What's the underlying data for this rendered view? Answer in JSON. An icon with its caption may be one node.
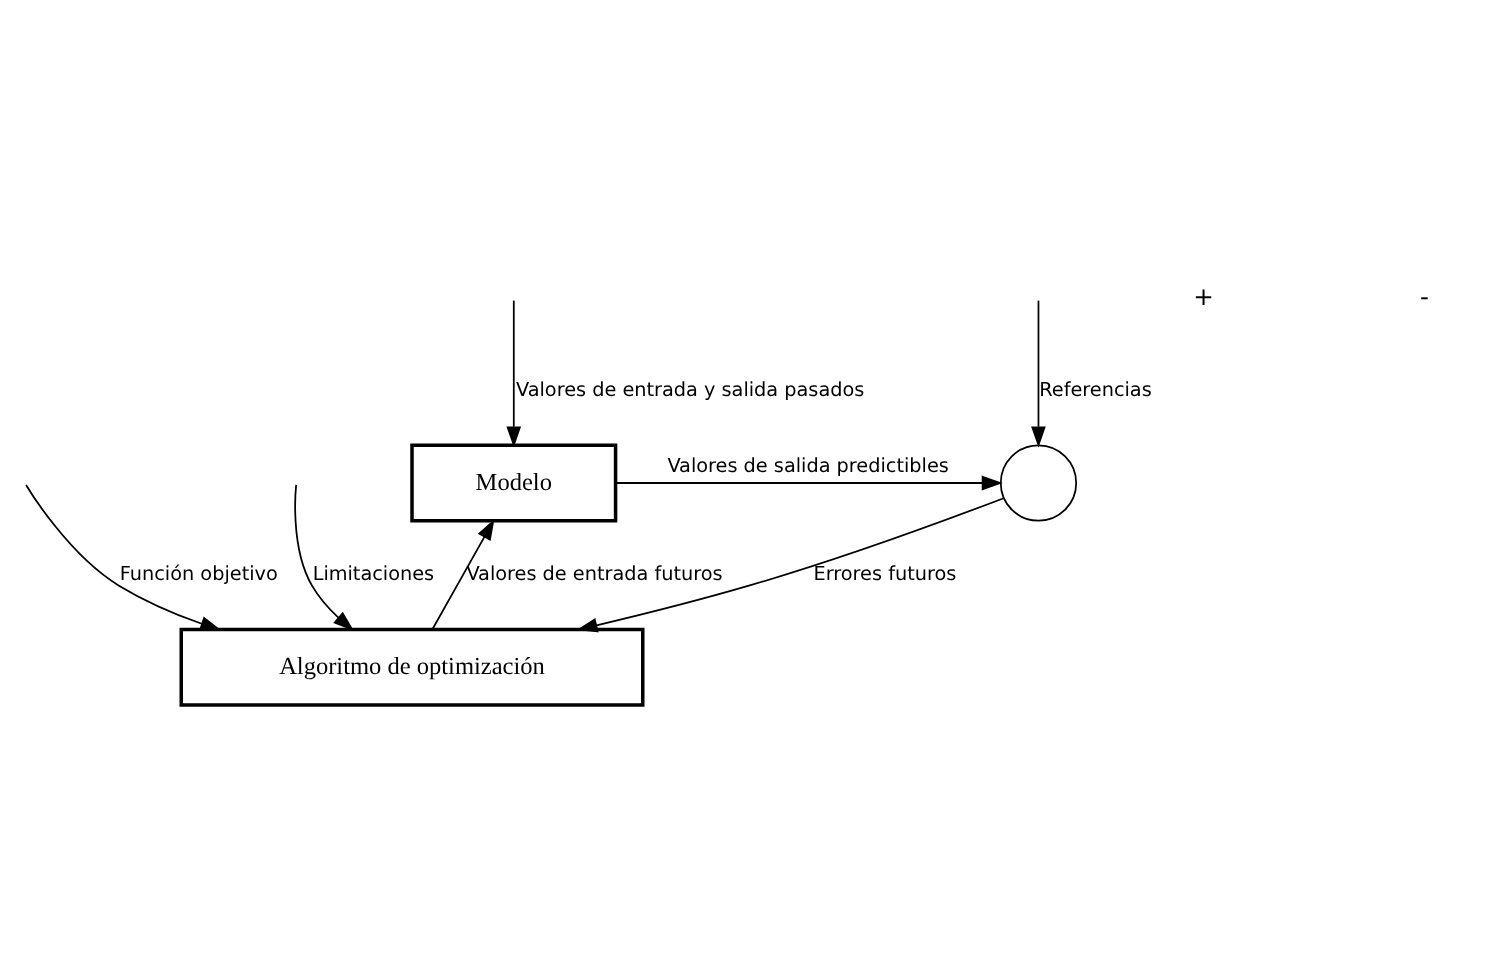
{
  "diagram": {
    "nodes": [
      {
        "text": [
          "Modelo"
        ]
      },
      {
        "text": [
          "Algoritmo de optimización"
        ]
      },
      {
        "text": [],
        "shape": "circle"
      }
    ],
    "edges": [
      {
        "from": null,
        "to": 0,
        "arrow": "to",
        "label": "Valores de entrada y salida pasados"
      },
      {
        "from": 0,
        "to": 2,
        "arrow": "to",
        "label": "Valores de salida predictibles"
      },
      {
        "from": null,
        "to": 2,
        "arrow": "to",
        "label": "Referencias"
      },
      {
        "from": 2,
        "to": 1,
        "arrow": "to",
        "label": "Errores futuros"
      },
      {
        "from": 1,
        "to": 0,
        "arrow": "to",
        "label": "Valores de entrada futuros"
      },
      {
        "from": null,
        "to": 1,
        "arrow": "to",
        "label": "Función objetivo"
      },
      {
        "from": null,
        "to": 1,
        "arrow": "to",
        "label": "Limitaciones"
      }
    ],
    "labels": [
      "+",
      "-"
    ]
  }
}
